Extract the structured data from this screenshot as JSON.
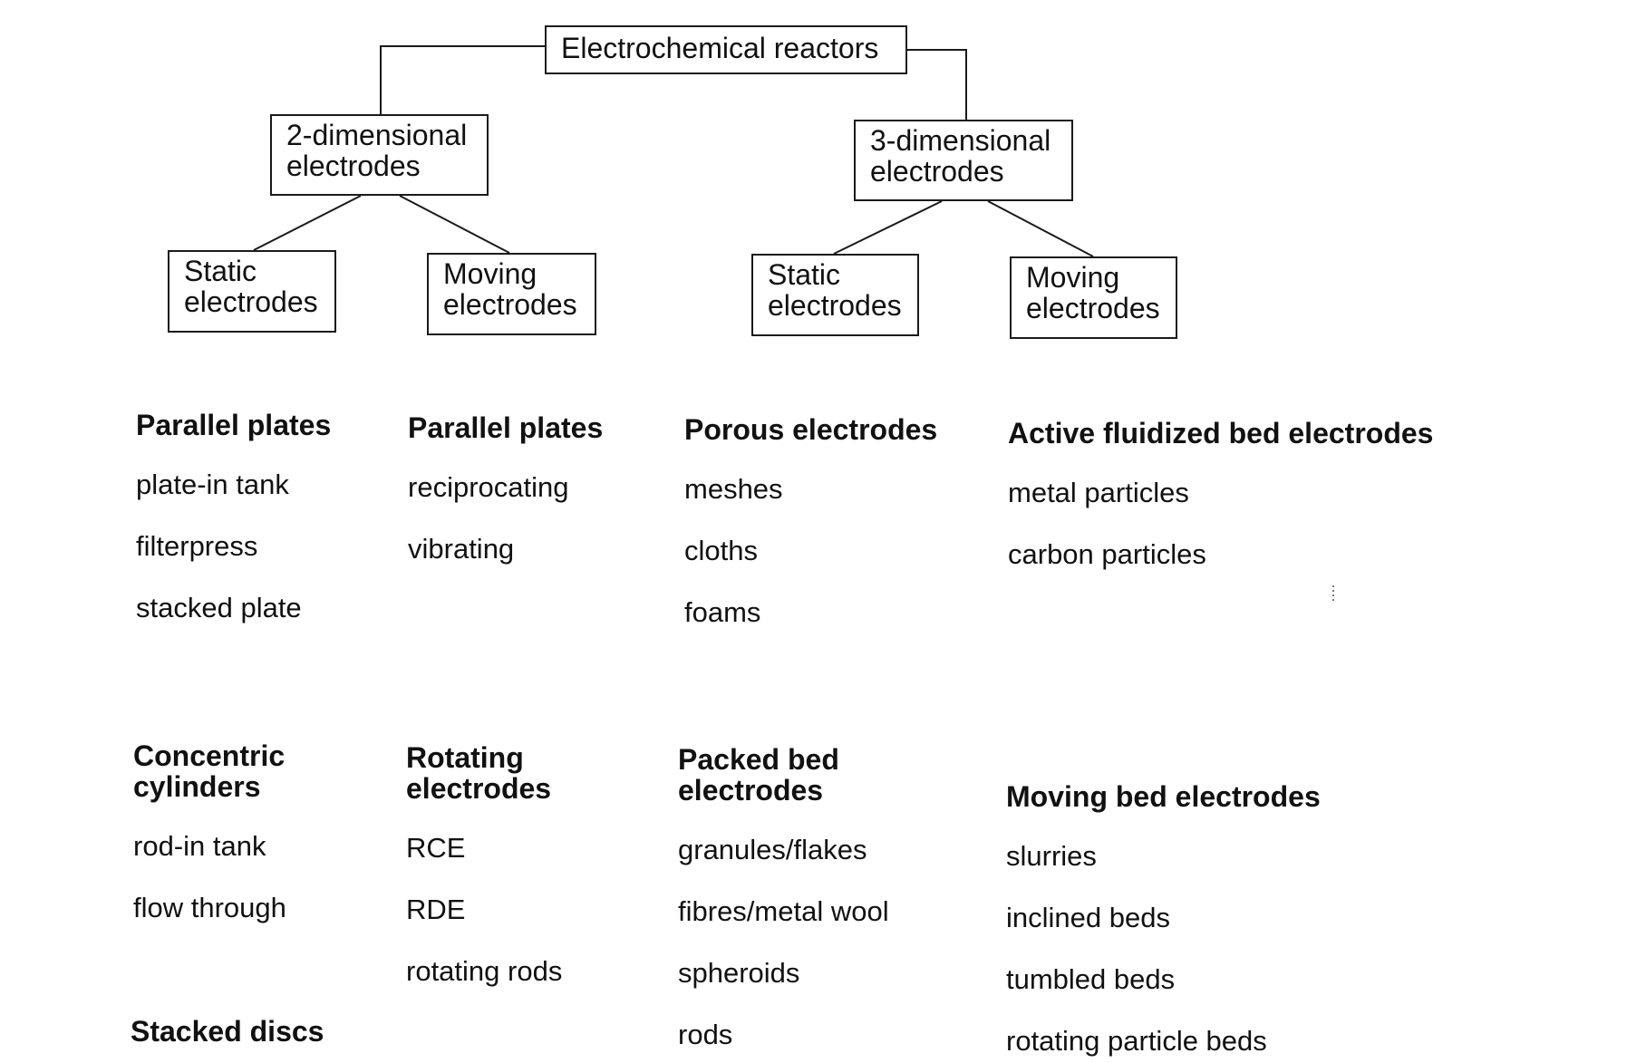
{
  "tree": {
    "root": "Electrochemical reactors",
    "two_d": {
      "label": "2-dimensional\nelectrodes",
      "static": "Static\nelectrodes",
      "moving": "Moving\nelectrodes"
    },
    "three_d": {
      "label": "3-dimensional\nelectrodes",
      "static": "Static\nelectrodes",
      "moving": "Moving\nelectrodes"
    }
  },
  "groups": [
    {
      "title": "Parallel plates",
      "items": [
        "plate-in tank",
        "filterpress",
        "stacked plate"
      ]
    },
    {
      "title": "Parallel plates",
      "items": [
        "reciprocating",
        "vibrating"
      ]
    },
    {
      "title": "Porous electrodes",
      "items": [
        "meshes",
        "cloths",
        "foams"
      ]
    },
    {
      "title": "Active fluidized bed electrodes",
      "items": [
        "metal particles",
        "carbon particles"
      ]
    },
    {
      "title": "Concentric\ncylinders",
      "items": [
        "rod-in tank",
        "flow through"
      ]
    },
    {
      "title": "Rotating\nelectrodes",
      "items": [
        "RCE",
        "RDE",
        "rotating rods"
      ]
    },
    {
      "title": "Packed bed\nelectrodes",
      "items": [
        "granules/flakes",
        "fibres/metal wool",
        "spheroids",
        "rods"
      ]
    },
    {
      "title": "Moving bed electrodes",
      "items": [
        "slurries",
        "inclined beds",
        "tumbled beds",
        "rotating particle beds"
      ]
    },
    {
      "title": "Stacked discs",
      "items": []
    }
  ],
  "colors": {
    "ink": "#111111",
    "border": "#1a1a1a",
    "background": "#ffffff"
  }
}
